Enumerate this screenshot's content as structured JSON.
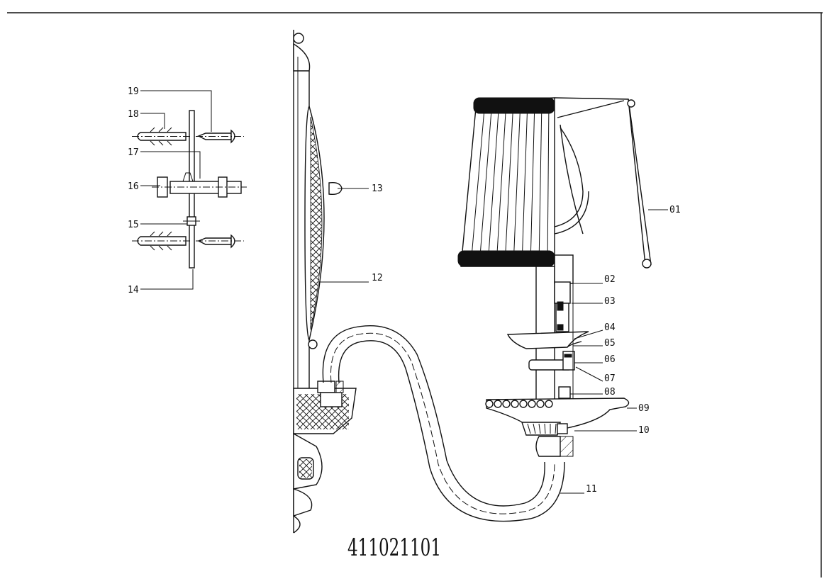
{
  "drawing": {
    "model_number": "411021101",
    "parts": [
      {
        "id": "01"
      },
      {
        "id": "02"
      },
      {
        "id": "03"
      },
      {
        "id": "04"
      },
      {
        "id": "05"
      },
      {
        "id": "06"
      },
      {
        "id": "07"
      },
      {
        "id": "08"
      },
      {
        "id": "09"
      },
      {
        "id": "10"
      },
      {
        "id": "11"
      },
      {
        "id": "12"
      },
      {
        "id": "13"
      },
      {
        "id": "14"
      },
      {
        "id": "15"
      },
      {
        "id": "16"
      },
      {
        "id": "17"
      },
      {
        "id": "18"
      },
      {
        "id": "19"
      }
    ]
  }
}
